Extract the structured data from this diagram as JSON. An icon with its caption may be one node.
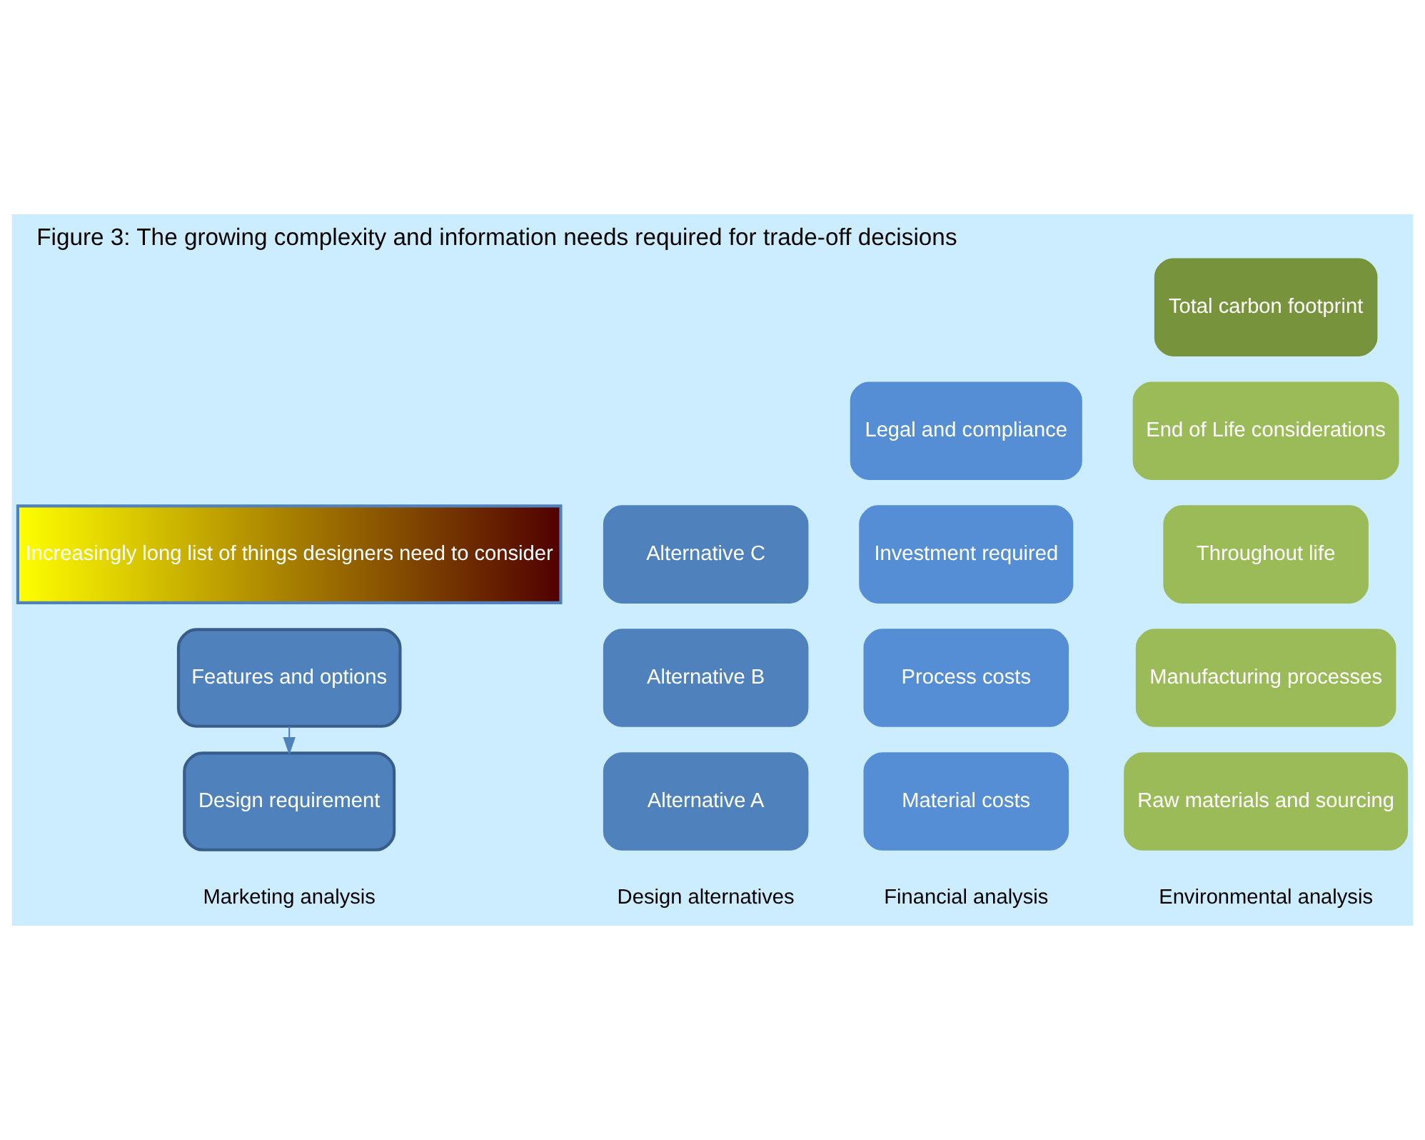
{
  "diagram": {
    "title": "Figure 3: The growing complexity and information needs required for trade-off decisions",
    "nodes": [
      {
        "text": [
          "Features and options"
        ]
      },
      {
        "text": [
          "Design requirement"
        ]
      },
      {
        "text": [
          "Alternative A"
        ]
      },
      {
        "text": [
          "Alternative B"
        ]
      },
      {
        "text": [
          "Alternative C"
        ]
      },
      {
        "text": [
          "Material costs"
        ]
      },
      {
        "text": [
          "Process costs"
        ]
      },
      {
        "text": [
          "Investment required"
        ]
      },
      {
        "text": [
          "Legal and compliance"
        ]
      },
      {
        "text": [
          "Raw materials and sourcing"
        ]
      },
      {
        "text": [
          "Manufacturing processes"
        ]
      },
      {
        "text": [
          "Throughout life"
        ]
      },
      {
        "text": [
          "End of Life considerations"
        ]
      },
      {
        "text": [
          "Total carbon footprint"
        ]
      },
      {
        "text": [
          "Increasingly long list of things designers need to consider"
        ]
      }
    ],
    "edges": [
      {
        "from": 0,
        "to": 1,
        "arrow": "to"
      }
    ],
    "labels": [
      "Marketing analysis",
      "Design alternatives",
      "Financial analysis",
      "Environmental analysis"
    ]
  }
}
